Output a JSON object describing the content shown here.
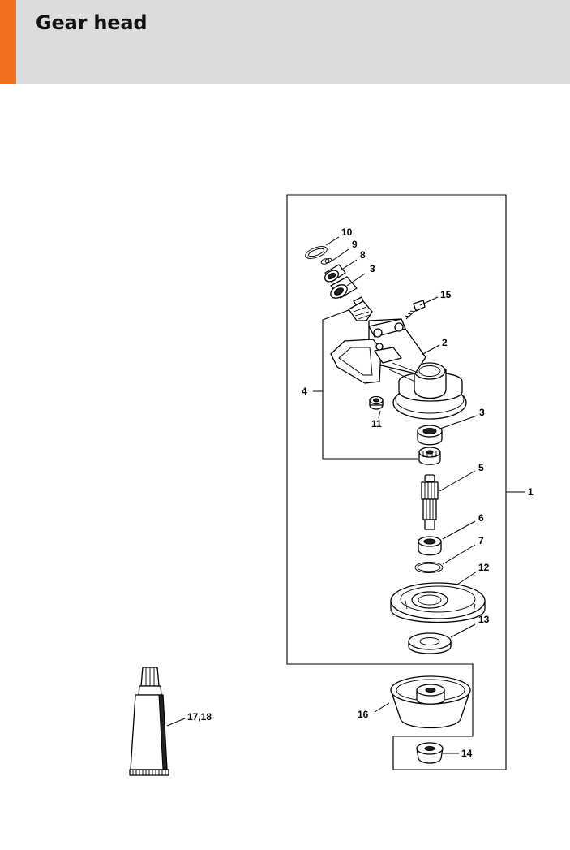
{
  "header": {
    "title": "Gear head",
    "background_color": "#dcdcdc",
    "accent_color": "#f37021"
  },
  "diagram": {
    "labels": {
      "p1": "1",
      "p2": "2",
      "p3a": "3",
      "p3b": "3",
      "p4": "4",
      "p5": "5",
      "p6": "6",
      "p7": "7",
      "p8": "8",
      "p9": "9",
      "p10": "10",
      "p11": "11",
      "p12": "12",
      "p13": "13",
      "p14": "14",
      "p15": "15",
      "p16": "16",
      "p17_18": "17,18"
    }
  }
}
